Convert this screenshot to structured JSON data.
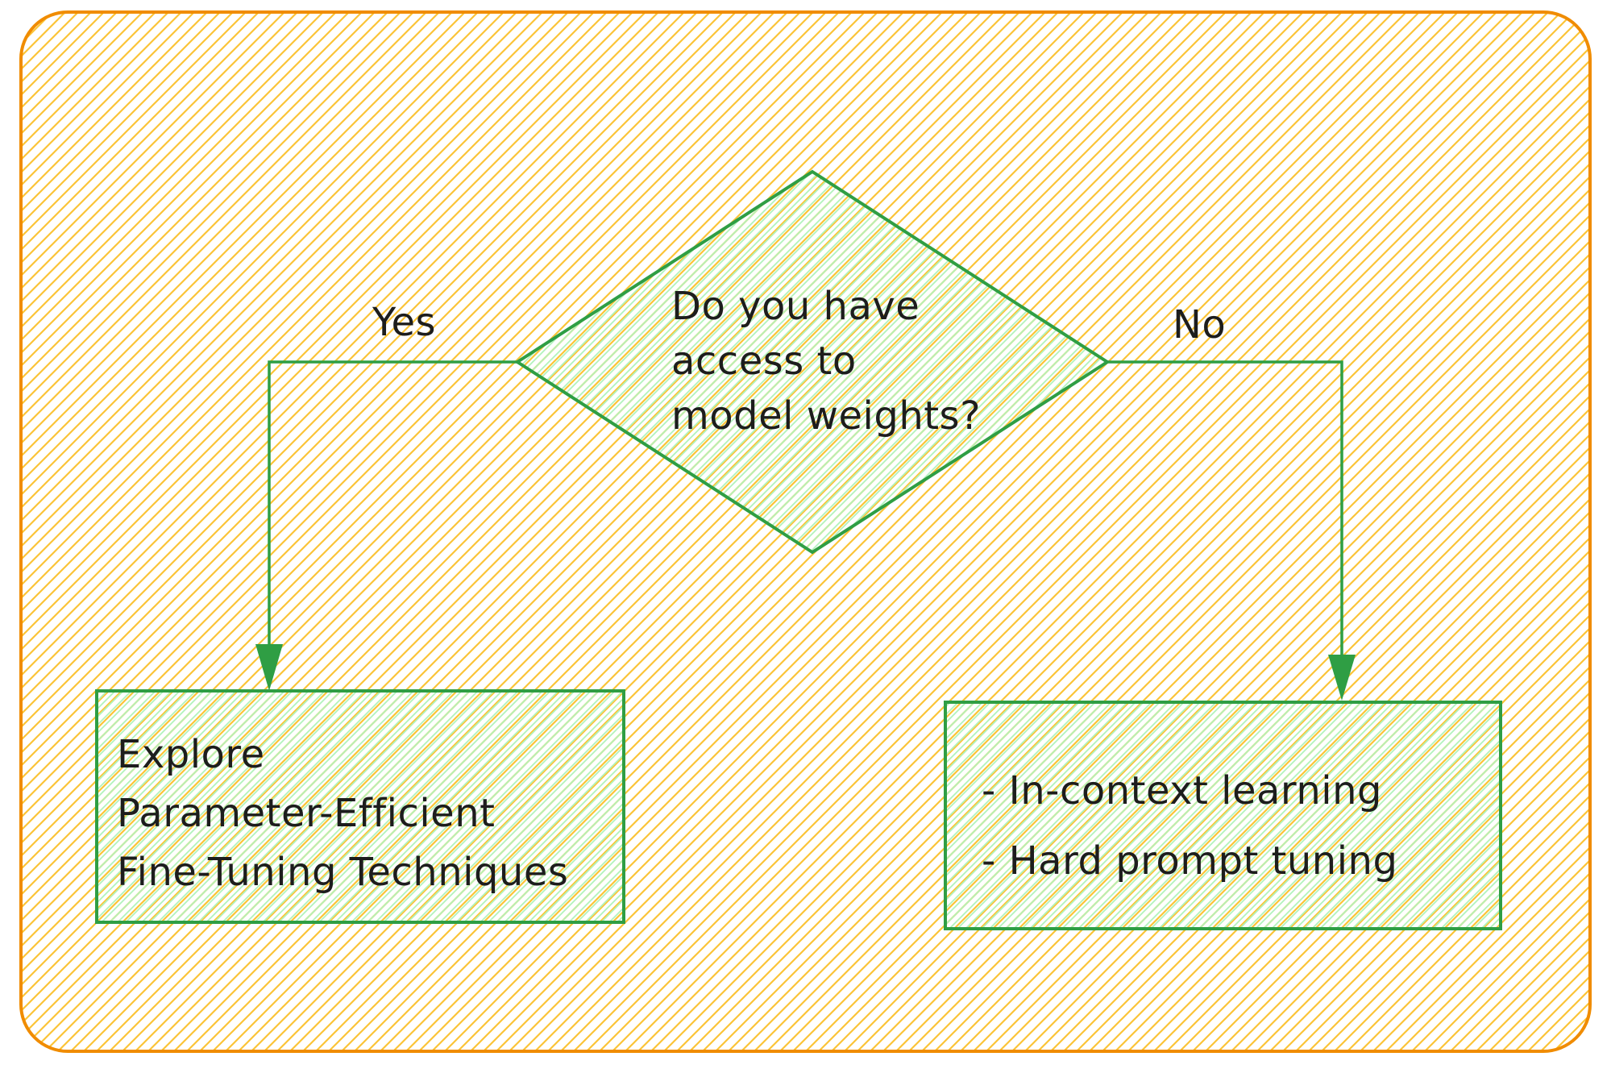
{
  "canvas": {
    "colors": {
      "background_hatch": "#fbc437",
      "frame_border": "#f08c00",
      "shape_stroke": "#2f9e44",
      "shape_fill_hatch": "#b2f2bb",
      "arrow": "#2f9e44",
      "text": "#1d1d1d"
    }
  },
  "flowchart": {
    "decision": {
      "question": "Do you have\naccess to\nmodel weights?"
    },
    "yes_branch": {
      "label": "Yes",
      "result": "Explore\nParameter-Efficient\nFine-Tuning Techniques"
    },
    "no_branch": {
      "label": "No",
      "result": "- In-context learning\n- Hard prompt tuning"
    }
  }
}
